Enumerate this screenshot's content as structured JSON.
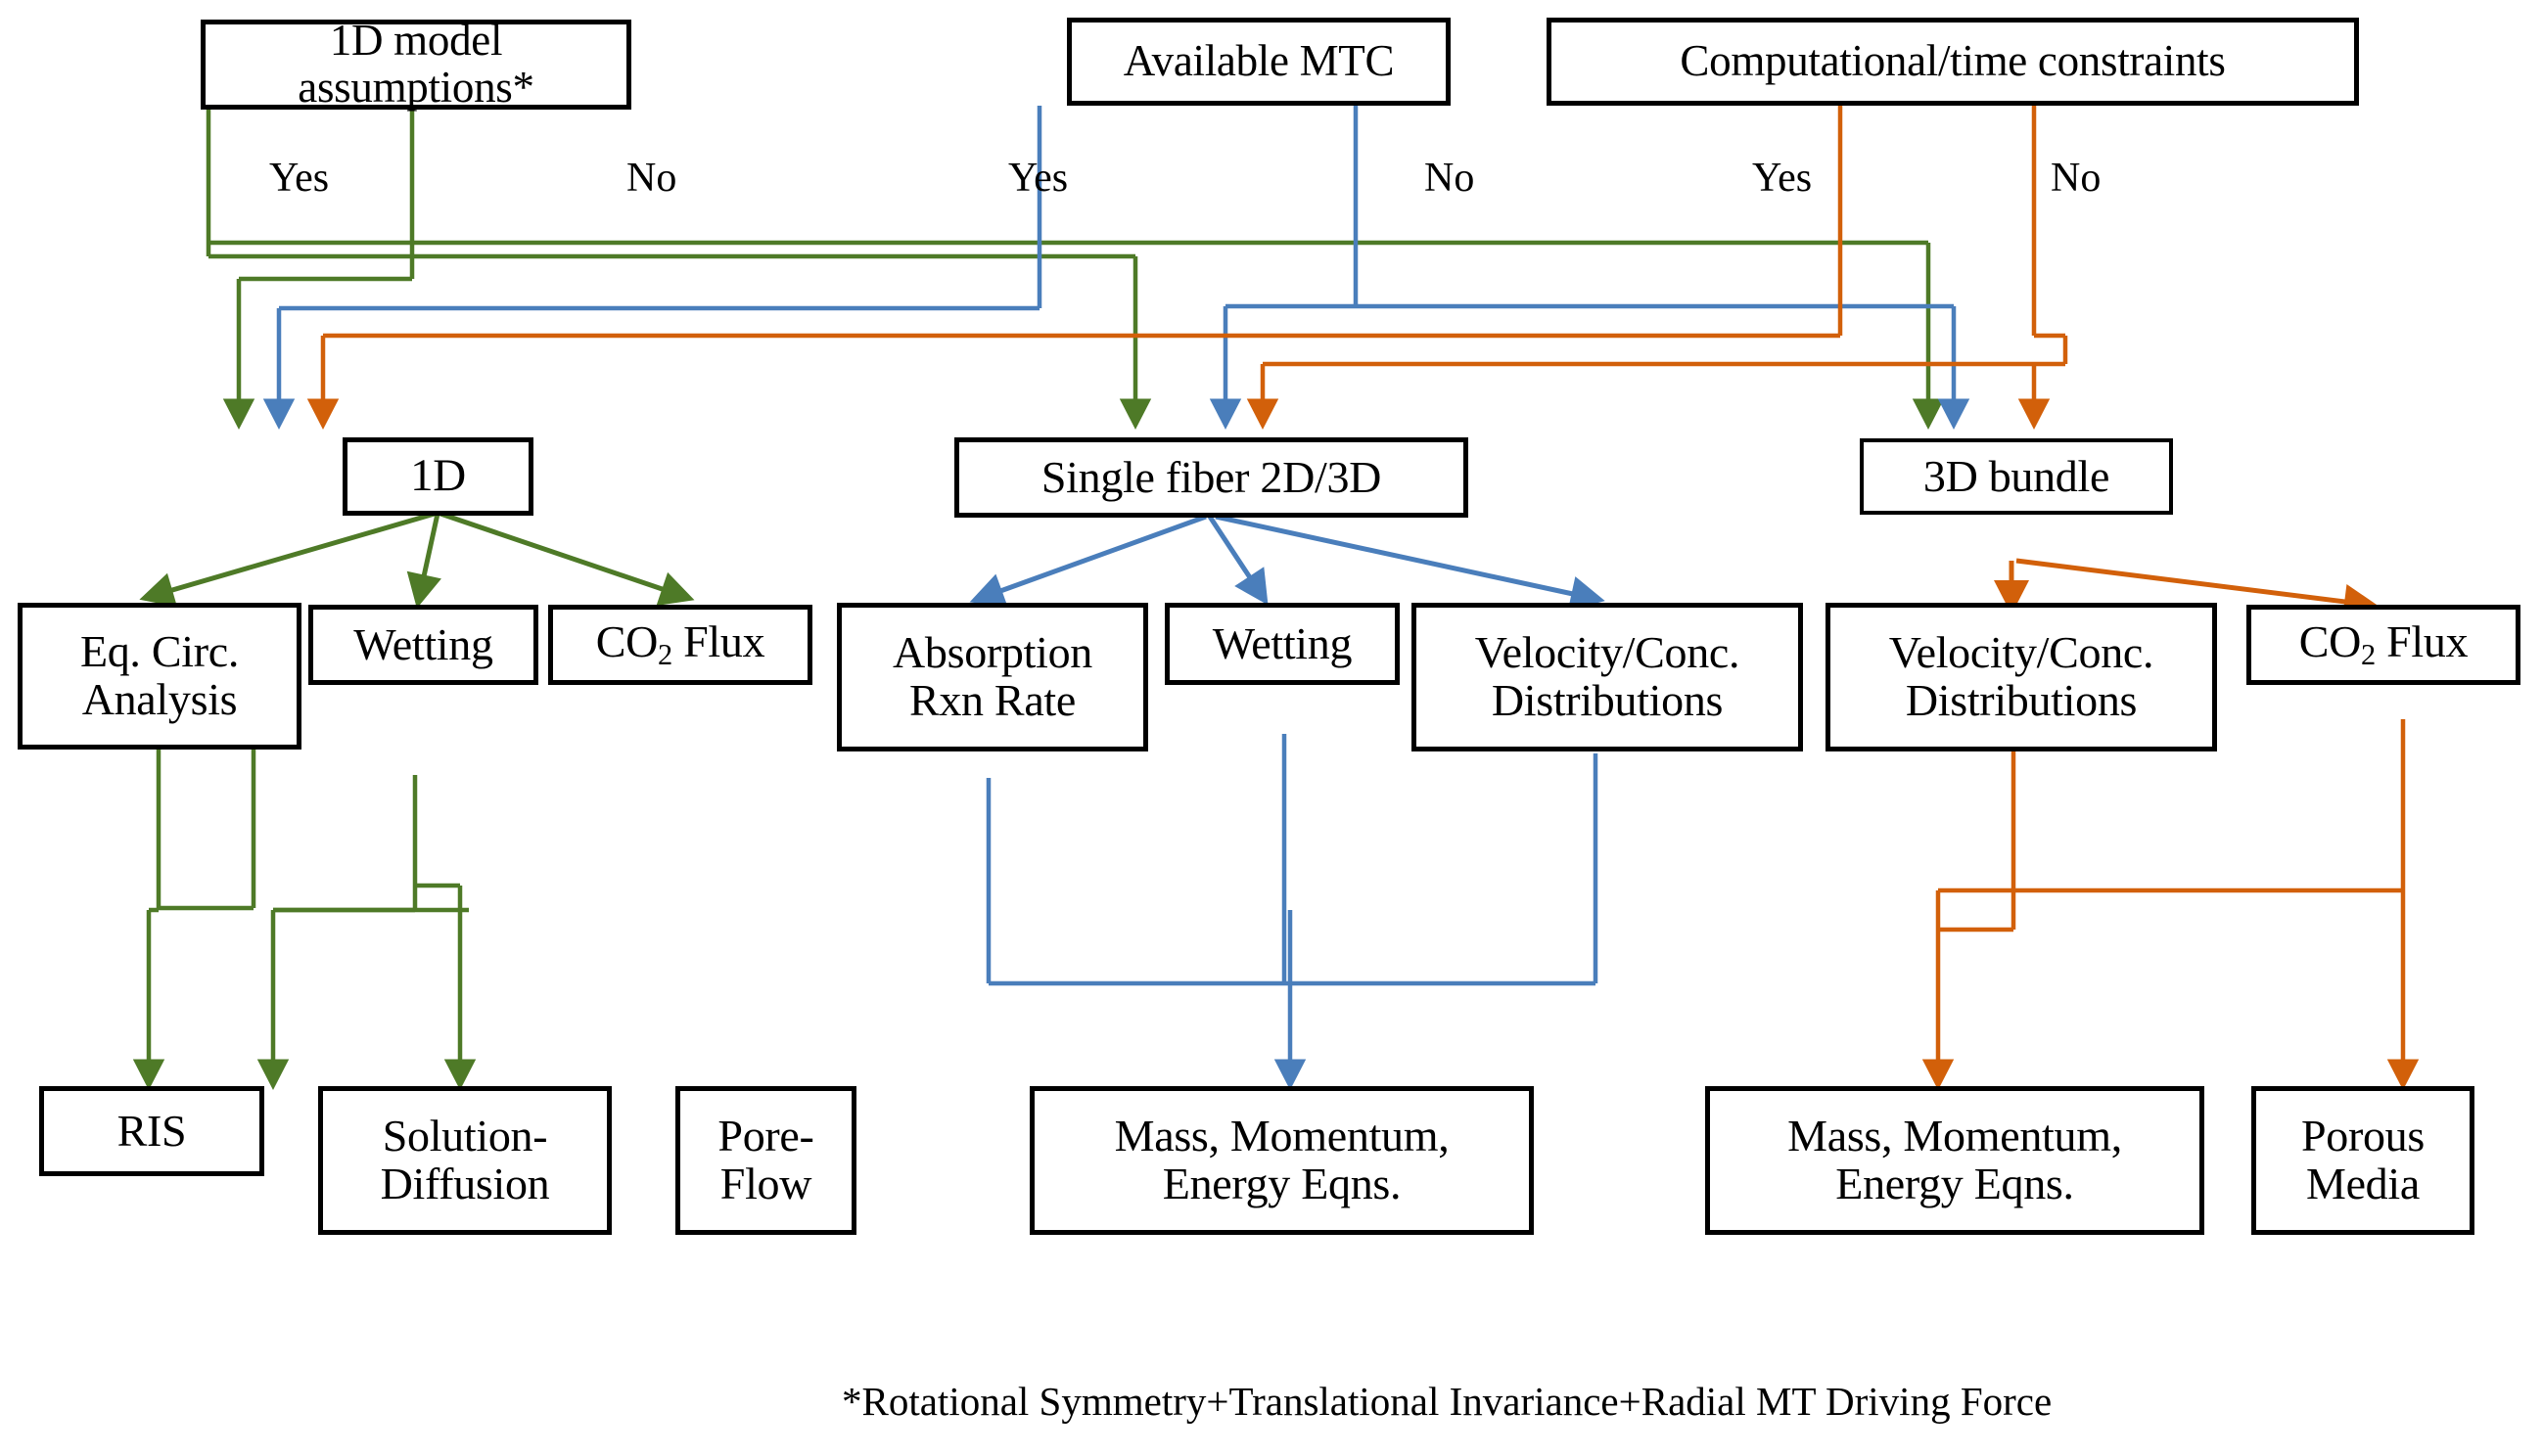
{
  "diagram": {
    "title": "Membrane contactor model selection decision tree",
    "colors": {
      "green": "#4E7A27",
      "blue": "#4A7EBB",
      "orange": "#D2600A",
      "box_border": "#000000",
      "background": "#FFFFFF",
      "text": "#000000"
    },
    "decisions": [
      {
        "id": "d1",
        "label": "1D model assumptions*",
        "yes": "Yes",
        "no": "No",
        "color": "#4E7A27"
      },
      {
        "id": "d2",
        "label": "Available MTC",
        "yes": "Yes",
        "no": "No",
        "color": "#4A7EBB"
      },
      {
        "id": "d3",
        "label": "Computational/time constraints",
        "yes": "Yes",
        "no": "No",
        "color": "#D2600A"
      }
    ],
    "models": [
      {
        "id": "m1",
        "label": "1D"
      },
      {
        "id": "m2",
        "label": "Single fiber 2D/3D"
      },
      {
        "id": "m3",
        "label": "3D bundle"
      }
    ],
    "outputs_1d": [
      {
        "id": "o1",
        "label": "Eq. Circ.\nAnalysis"
      },
      {
        "id": "o2",
        "label": "Wetting"
      },
      {
        "id": "o3",
        "label": "CO2 Flux",
        "rich": "CO<sub>2</sub> Flux"
      }
    ],
    "outputs_single_fiber": [
      {
        "id": "o4",
        "label": "Absorption\nRxn Rate"
      },
      {
        "id": "o5",
        "label": "Wetting"
      },
      {
        "id": "o6",
        "label": "Velocity/Conc.\nDistributions"
      }
    ],
    "outputs_bundle": [
      {
        "id": "o7",
        "label": "Velocity/Conc.\nDistributions"
      },
      {
        "id": "o8",
        "label": "CO2 Flux",
        "rich": "CO<sub>2</sub> Flux"
      }
    ],
    "equations_green": [
      {
        "id": "e1",
        "label": "RIS"
      },
      {
        "id": "e2",
        "label": "Solution-\nDiffusion"
      },
      {
        "id": "e3",
        "label": "Pore-\nFlow"
      }
    ],
    "equations_blue": [
      {
        "id": "e4",
        "label": "Mass, Momentum,\nEnergy Eqns."
      }
    ],
    "equations_orange": [
      {
        "id": "e5",
        "label": "Mass, Momentum,\nEnergy Eqns."
      },
      {
        "id": "e6",
        "label": "Porous\nMedia"
      }
    ],
    "footnote": "*Rotational Symmetry+Translational Invariance+Radial MT Driving Force"
  }
}
